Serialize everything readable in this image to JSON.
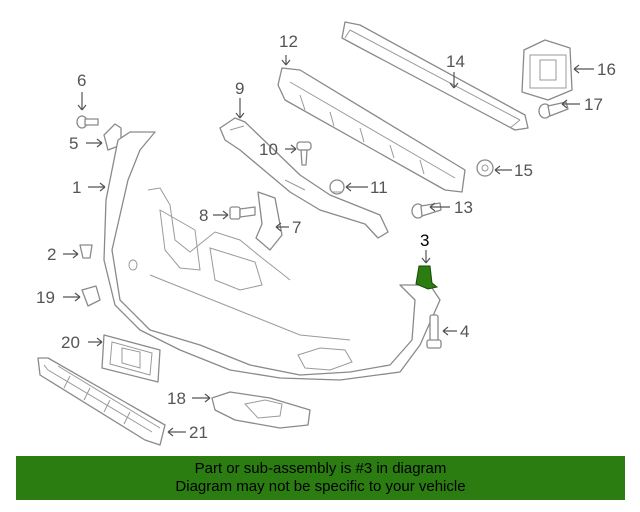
{
  "callouts": {
    "c1": "1",
    "c2": "2",
    "c3": "3",
    "c4": "4",
    "c5": "5",
    "c6": "6",
    "c7": "7",
    "c8": "8",
    "c9": "9",
    "c10": "10",
    "c11": "11",
    "c12": "12",
    "c13": "13",
    "c14": "14",
    "c15": "15",
    "c16": "16",
    "c17": "17",
    "c18": "18",
    "c19": "19",
    "c20": "20",
    "c21": "21"
  },
  "highlighted_part": "3",
  "colors": {
    "highlight": "#2b7d12",
    "line_art": "#8a8a8a"
  },
  "banner": {
    "line1": "Part or sub-assembly is #3 in diagram",
    "line2": "Diagram may not be specific to your vehicle"
  }
}
